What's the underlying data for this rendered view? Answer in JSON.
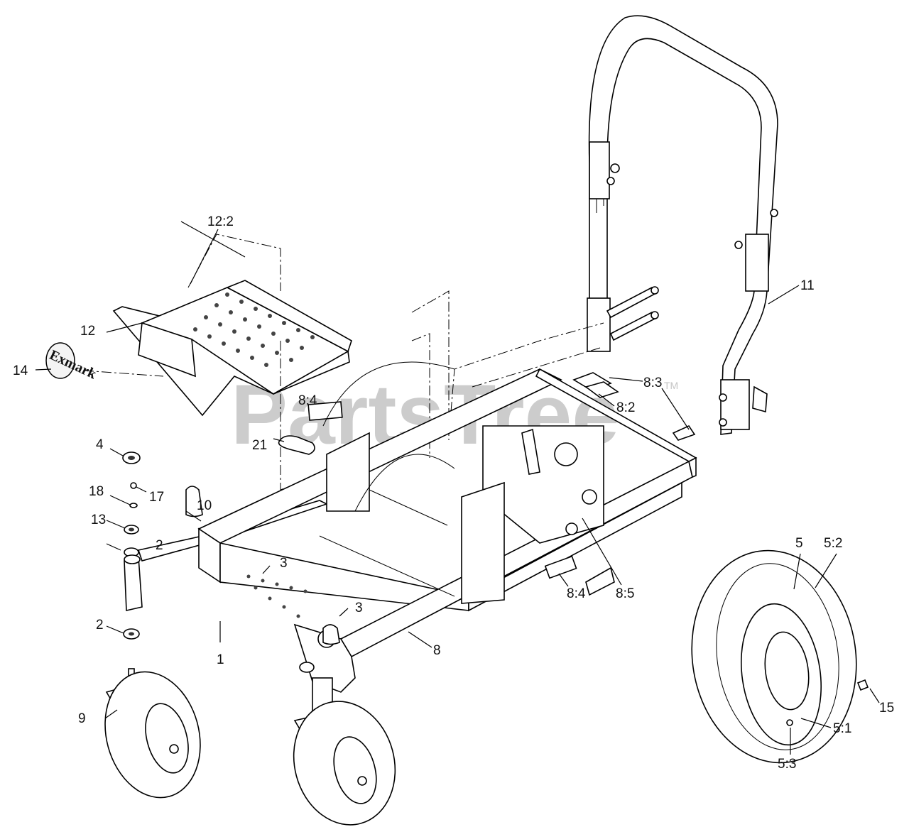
{
  "watermark": {
    "text": "PartsTree",
    "trademark": "TM"
  },
  "logo": {
    "text": "Exmark"
  },
  "labels": [
    {
      "id": "12-2",
      "text": "12:2"
    },
    {
      "id": "12",
      "text": "12"
    },
    {
      "id": "14",
      "text": "14"
    },
    {
      "id": "8-4a",
      "text": "8:4"
    },
    {
      "id": "21",
      "text": "21"
    },
    {
      "id": "4",
      "text": "4"
    },
    {
      "id": "17",
      "text": "17"
    },
    {
      "id": "18",
      "text": "18"
    },
    {
      "id": "10",
      "text": "10"
    },
    {
      "id": "2a",
      "text": "2"
    },
    {
      "id": "13",
      "text": "13"
    },
    {
      "id": "3a",
      "text": "3"
    },
    {
      "id": "3b",
      "text": "3"
    },
    {
      "id": "2b",
      "text": "2"
    },
    {
      "id": "1",
      "text": "1"
    },
    {
      "id": "8",
      "text": "8"
    },
    {
      "id": "9",
      "text": "9"
    },
    {
      "id": "8-3",
      "text": "8:3"
    },
    {
      "id": "8-2",
      "text": "8:2"
    },
    {
      "id": "8-4b",
      "text": "8:4"
    },
    {
      "id": "8-5",
      "text": "8:5"
    },
    {
      "id": "11",
      "text": "11"
    },
    {
      "id": "5",
      "text": "5"
    },
    {
      "id": "5-2",
      "text": "5:2"
    },
    {
      "id": "15",
      "text": "15"
    },
    {
      "id": "5-1",
      "text": "5:1"
    },
    {
      "id": "5-3",
      "text": "5:3"
    }
  ]
}
